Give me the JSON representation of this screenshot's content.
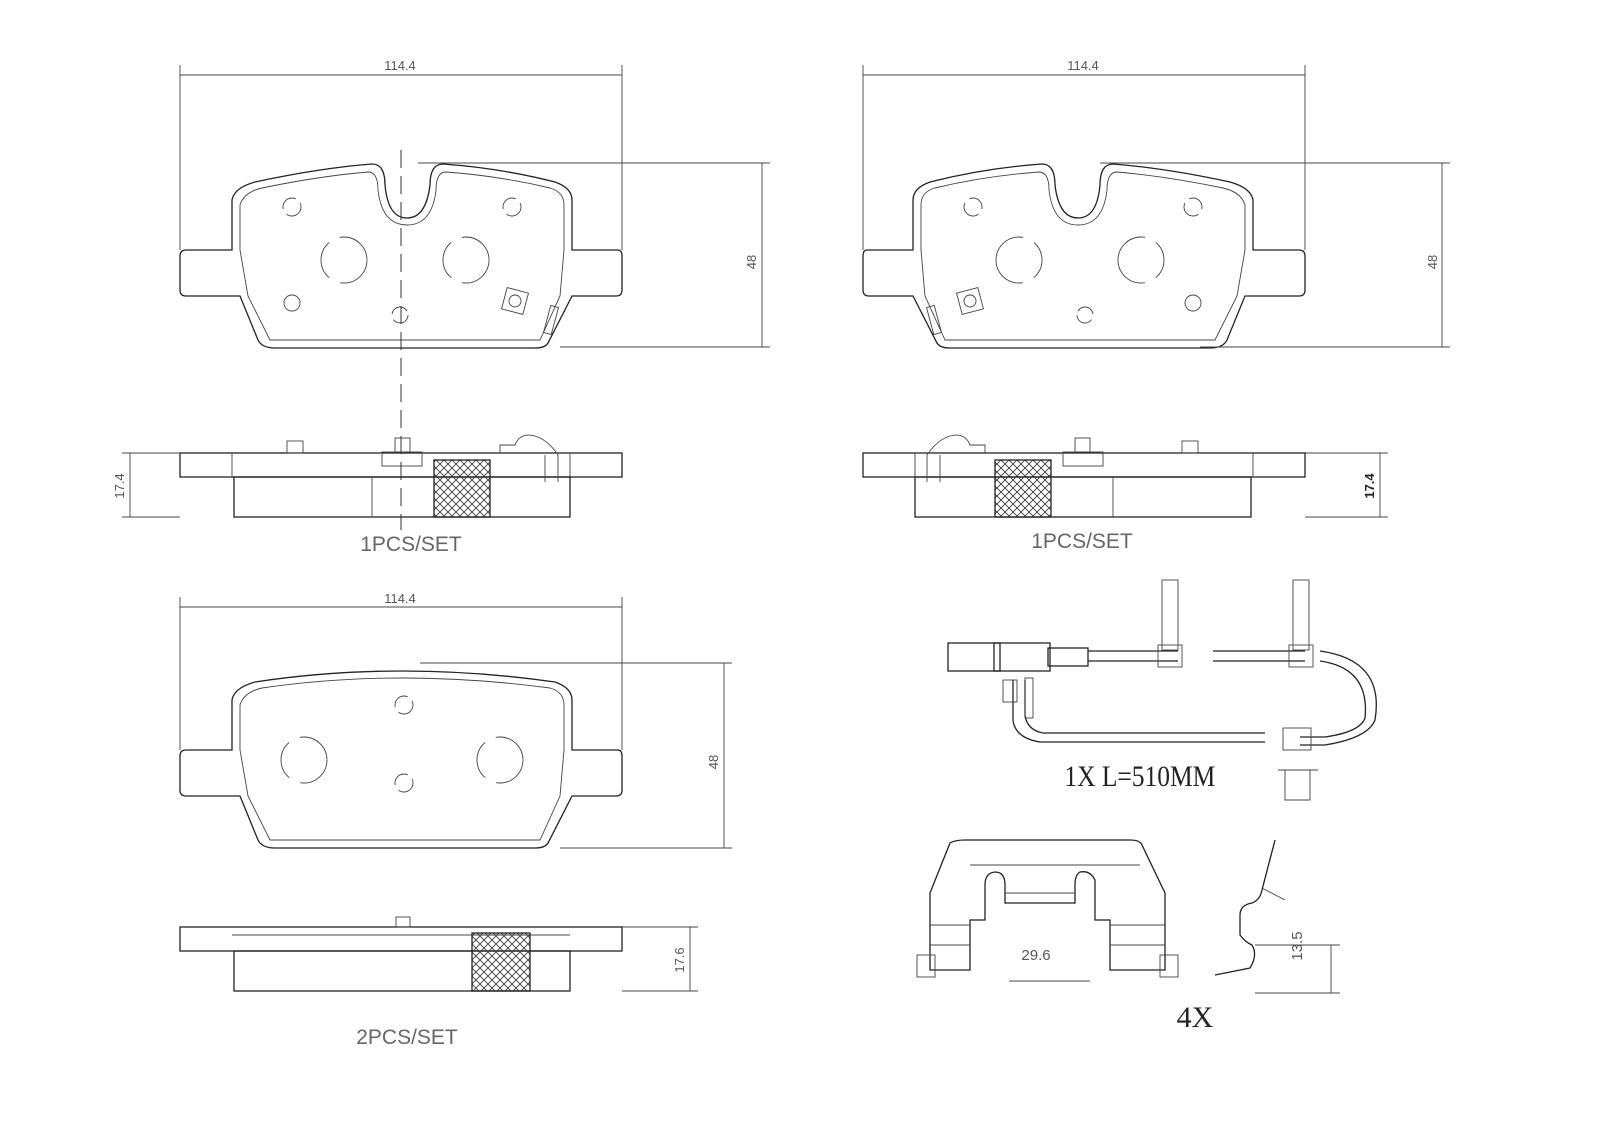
{
  "drawing": {
    "pad_outer_top": {
      "width_dim": "114.4",
      "height_dim": "48",
      "thickness_dim": "17.4",
      "quantity_label": "1PCS/SET"
    },
    "pad_inner_top": {
      "width_dim": "114.4",
      "height_dim": "48",
      "thickness_dim": "17.4",
      "quantity_label": "1PCS/SET"
    },
    "pad_bottom": {
      "width_dim": "114.4",
      "height_dim": "48",
      "thickness_dim": "17.6",
      "quantity_label": "2PCS/SET"
    },
    "wear_sensor": {
      "label": "1X L=510MM"
    },
    "clips": {
      "width_dim": "29.6",
      "spring_dim": "13.5",
      "quantity_label": "4X"
    }
  }
}
